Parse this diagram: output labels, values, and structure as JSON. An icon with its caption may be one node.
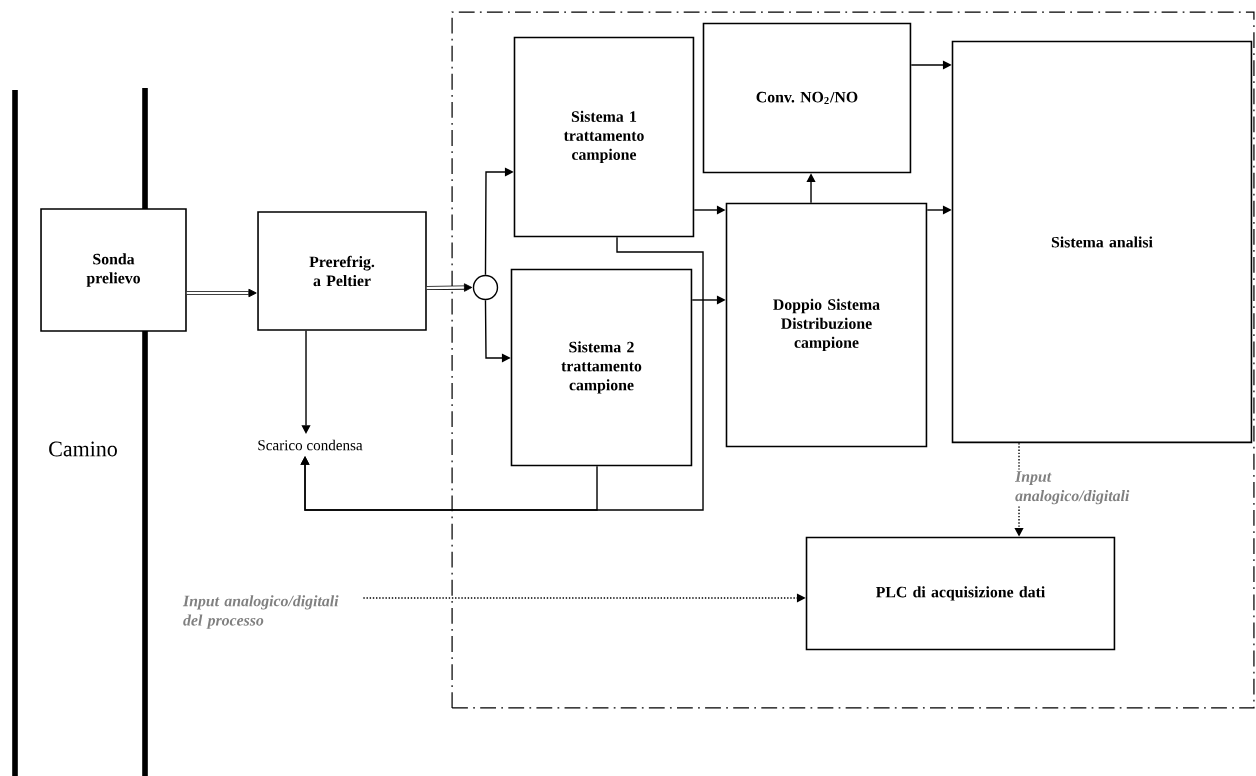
{
  "diagram": {
    "nodes": [
      {
        "text": [],
        "shape": "box"
      },
      {
        "text": [
          "Sonda prelievo"
        ]
      },
      {
        "text": [
          "Prerefrig. a Peltier"
        ]
      },
      {
        "text": [],
        "shape": "circle",
        "in": 0
      },
      {
        "text": [
          "Sistema 1 trattamento campione"
        ],
        "in": 0
      },
      {
        "text": [
          "Conv. NO$_{2}$/NO"
        ],
        "in": 0
      },
      {
        "text": [
          "Sistema analisi"
        ],
        "in": 0
      },
      {
        "text": [
          "Sistema 2 trattamento campione"
        ],
        "in": 0
      },
      {
        "text": [
          "Doppio Sistema Distribuzione campione"
        ],
        "in": 0
      },
      {
        "text": [
          "Scarico condensa"
        ]
      },
      {
        "text": [
          "PLC di acquisizione dati"
        ],
        "in": 0
      },
      {
        "text": [
          "Input analogico/digitali del processo"
        ]
      }
    ],
    "edges": [
      {
        "from": 1,
        "to": 2,
        "arrow": "to",
        "style": "thick"
      },
      {
        "from": 2,
        "to": 3,
        "arrow": "to",
        "style": "thick"
      },
      {
        "from": 3,
        "to": 4,
        "arrow": "to"
      },
      {
        "from": 3,
        "to": 7,
        "arrow": "to"
      },
      {
        "from": 2,
        "to": 9,
        "arrow": "to"
      },
      {
        "from": 4,
        "to": 8,
        "arrow": "to"
      },
      {
        "from": 7,
        "to": 8,
        "arrow": "to"
      },
      {
        "from": 8,
        "to": 5,
        "arrow": "to"
      },
      {
        "from": 5,
        "to": 6,
        "arrow": "to"
      },
      {
        "from": 8,
        "to": 6,
        "arrow": "to"
      },
      {
        "from": 4,
        "to": 9,
        "arrow": "to"
      },
      {
        "from": 7,
        "to": 9,
        "arrow": "to"
      },
      {
        "from": 6,
        "to": 10,
        "arrow": "to",
        "style": "dashed",
        "label": "Input analogico/digitali"
      },
      {
        "from": 11,
        "to": 10,
        "arrow": "to",
        "style": "dashed"
      }
    ],
    "labels": [
      "Camino"
    ]
  }
}
